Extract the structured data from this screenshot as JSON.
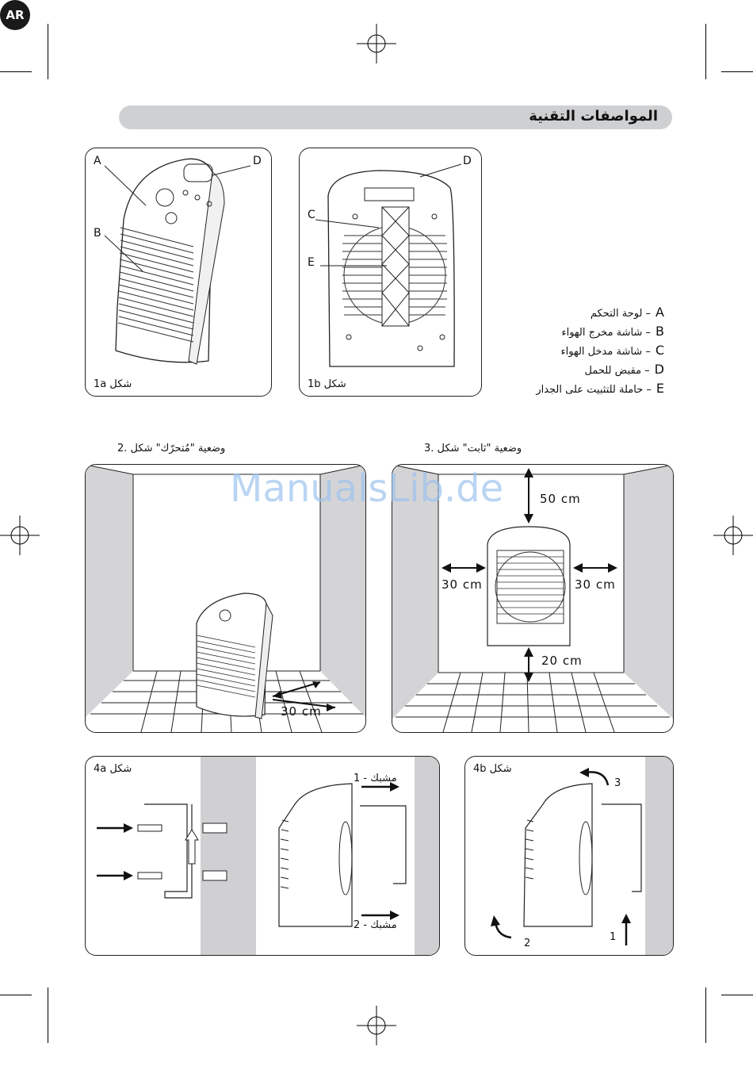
{
  "header": {
    "title": "المواصفات التقنية",
    "lang": "AR"
  },
  "fig1a": {
    "caption": "شكل 1a",
    "labels": {
      "a": "A",
      "b": "B",
      "d": "D"
    }
  },
  "fig1b": {
    "caption": "شكل 1b",
    "labels": {
      "c": "C",
      "d": "D",
      "e": "E"
    }
  },
  "legend": [
    {
      "key": "A",
      "text": "– لوحة التحكم"
    },
    {
      "key": "B",
      "text": "– شاشة مخرج الهواء"
    },
    {
      "key": "C",
      "text": "– شاشة مدخل الهواء"
    },
    {
      "key": "D",
      "text": "– مقبض للحمل"
    },
    {
      "key": "E",
      "text": "– حاملة للتثبيت على الجدار"
    }
  ],
  "fig2": {
    "caption": "وضعية \"مُتحرّك\" شكل .2",
    "distance": "30 cm"
  },
  "fig3": {
    "caption": "وضعية \"ثابت\" شكل .3",
    "top": "50 cm",
    "left": "30 cm",
    "right": "30 cm",
    "bottom": "20 cm"
  },
  "fig4a": {
    "caption": "شكل 4a",
    "hook1": "مشبك - 1",
    "hook2": "مشبك - 2"
  },
  "fig4b": {
    "caption": "شكل 4b",
    "step1": "1",
    "step2": "2",
    "step3": "3"
  },
  "watermark": "ManualsLib.de"
}
